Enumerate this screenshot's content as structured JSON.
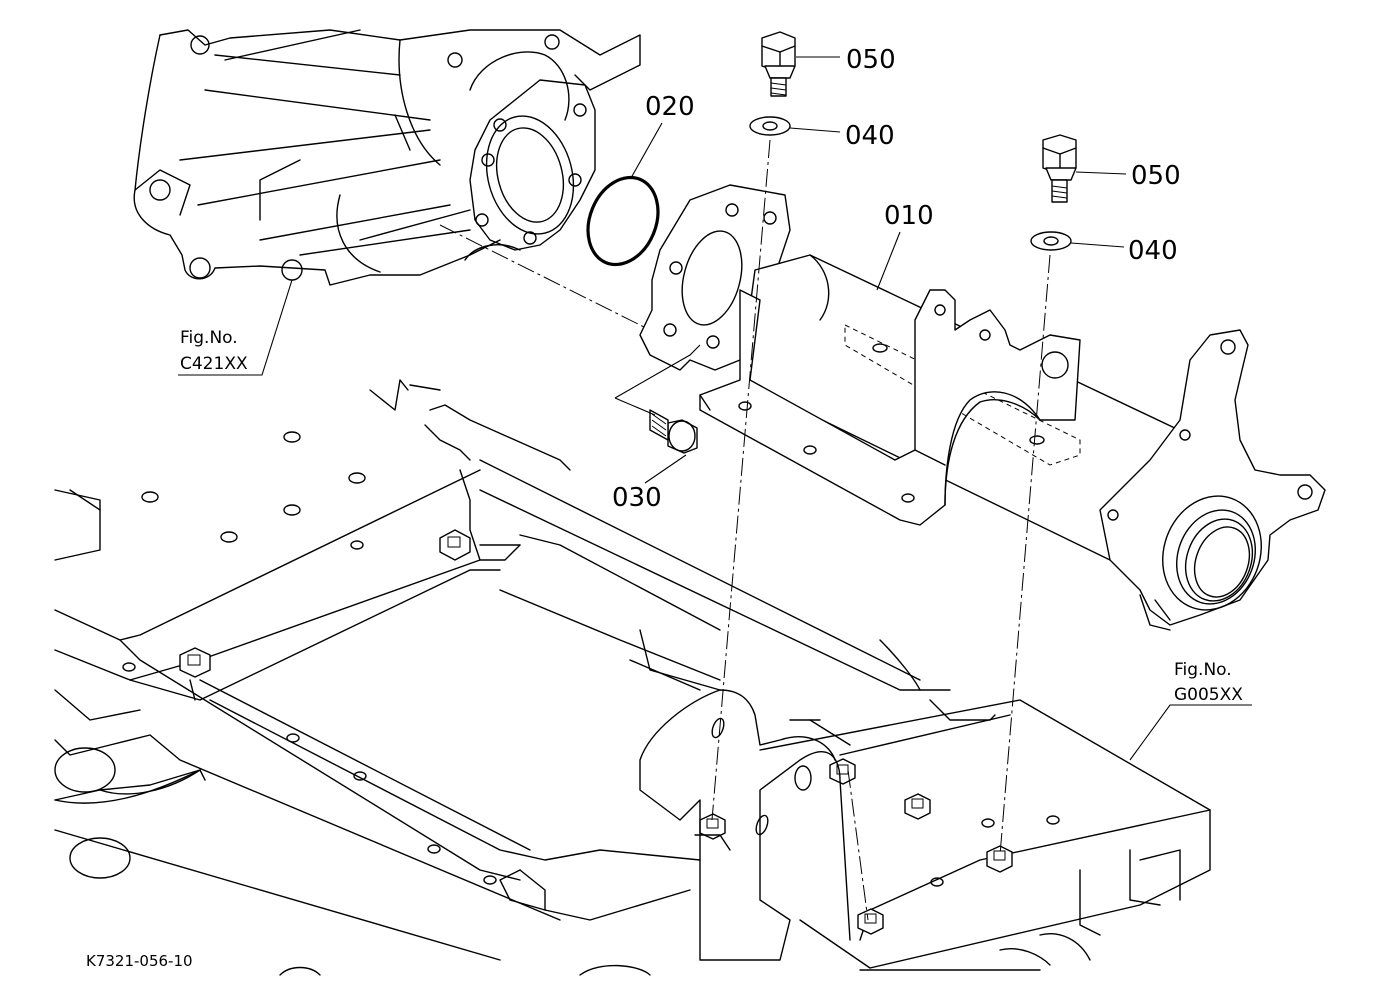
{
  "figure_code": "K7321-056-10",
  "parts": {
    "p010": "010",
    "p020": "020",
    "p030": "030",
    "p040a": "040",
    "p040b": "040",
    "p050a": "050",
    "p050b": "050"
  },
  "references": {
    "left": {
      "prefix": "Fig.No.",
      "code": "C421XX"
    },
    "right": {
      "prefix": "Fig.No.",
      "code": "G005XX"
    }
  }
}
